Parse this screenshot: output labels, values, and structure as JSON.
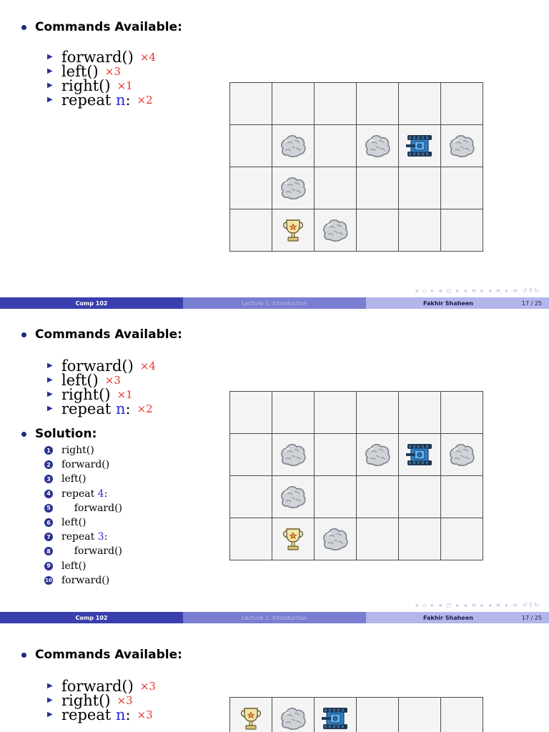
{
  "slides": [
    {
      "heading": "Commands Available:",
      "commands": [
        {
          "name": "forward()",
          "count": "×4"
        },
        {
          "name": "left()",
          "count": "×3"
        },
        {
          "name": "right()",
          "count": "×1"
        },
        {
          "name": "repeat ",
          "param": "n",
          "colon": ":",
          "count": "×2"
        }
      ],
      "footer": {
        "course": "Comp 102",
        "lecture": "Lecture 1: Introduction",
        "author": "Fakhir Shaheen",
        "page": "17 / 25"
      }
    },
    {
      "heading": "Commands Available:",
      "commands": [
        {
          "name": "forward()",
          "count": "×4"
        },
        {
          "name": "left()",
          "count": "×3"
        },
        {
          "name": "right()",
          "count": "×1"
        },
        {
          "name": "repeat ",
          "param": "n",
          "colon": ":",
          "count": "×2"
        }
      ],
      "solution_heading": "Solution:",
      "solution": [
        {
          "num": "1",
          "text": "right()"
        },
        {
          "num": "2",
          "text": "forward()"
        },
        {
          "num": "3",
          "text": "left()"
        },
        {
          "num": "4",
          "text": "repeat ",
          "arg": "4",
          "tail": ":"
        },
        {
          "num": "5",
          "text": "    forward()"
        },
        {
          "num": "6",
          "text": "left()"
        },
        {
          "num": "7",
          "text": "repeat ",
          "arg": "3",
          "tail": ":"
        },
        {
          "num": "8",
          "text": "    forward()"
        },
        {
          "num": "9",
          "text": "left()"
        },
        {
          "num": "10",
          "text": "forward()"
        }
      ],
      "footer": {
        "course": "Comp 102",
        "lecture": "Lecture 1: Introduction",
        "author": "Fakhir Shaheen",
        "page": "17 / 25"
      }
    },
    {
      "heading": "Commands Available:",
      "commands": [
        {
          "name": "forward()",
          "count": "×3"
        },
        {
          "name": "right()",
          "count": "×3"
        },
        {
          "name": "repeat ",
          "param": "n",
          "colon": ":",
          "count": "×3"
        }
      ]
    }
  ],
  "colors": {
    "accent": "#3a3fae",
    "multiplier": "#e8332b",
    "keyword": "#2a2ad8"
  },
  "grid_items": {
    "rock": "rock-icon",
    "tank": "tank-icon",
    "trophy": "trophy-icon"
  }
}
